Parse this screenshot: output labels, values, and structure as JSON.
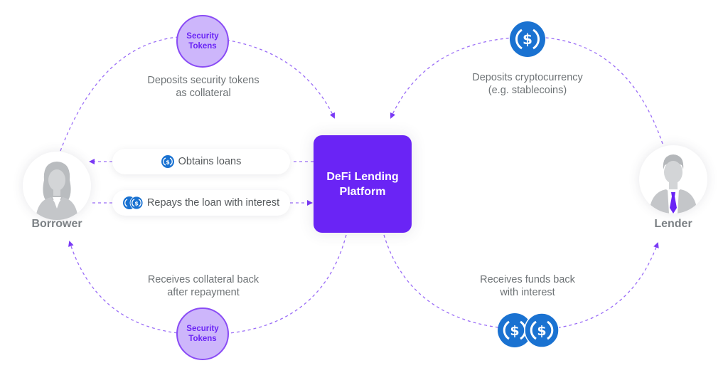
{
  "colors": {
    "accent": "#6a24f5",
    "token_fill": "#cdb6fb",
    "coin_blue": "#1a72d1",
    "arrow": "#8a4cf5",
    "caption_text": "#6e7376"
  },
  "center": {
    "title_line1": "DeFi Lending",
    "title_line2": "Platform"
  },
  "borrower": {
    "label": "Borrower",
    "icon": "female-user-icon"
  },
  "lender": {
    "label": "Lender",
    "icon": "male-user-icon"
  },
  "borrower_flow": {
    "top_token": {
      "line1": "Security",
      "line2": "Tokens"
    },
    "top_caption": {
      "line1": "Deposits security tokens",
      "line2": "as collateral"
    },
    "bottom_token": {
      "line1": "Security",
      "line2": "Tokens"
    },
    "bottom_caption": {
      "line1": "Receives collateral back",
      "line2": "after repayment"
    }
  },
  "lender_flow": {
    "top_icon": "usdc-coin-icon",
    "top_caption": {
      "line1": "Deposits cryptocurrency",
      "line2": "(e.g. stablecoins)"
    },
    "bottom_icon": "double-usdc-coin-icon",
    "bottom_caption": {
      "line1": "Receives funds back",
      "line2": "with interest"
    }
  },
  "pills": [
    {
      "label": "Obtains loans",
      "icon": "usdc-coin-icon",
      "direction": "to-borrower"
    },
    {
      "label": "Repays the loan with interest",
      "icon": "double-usdc-coin-icon",
      "direction": "to-platform"
    }
  ]
}
